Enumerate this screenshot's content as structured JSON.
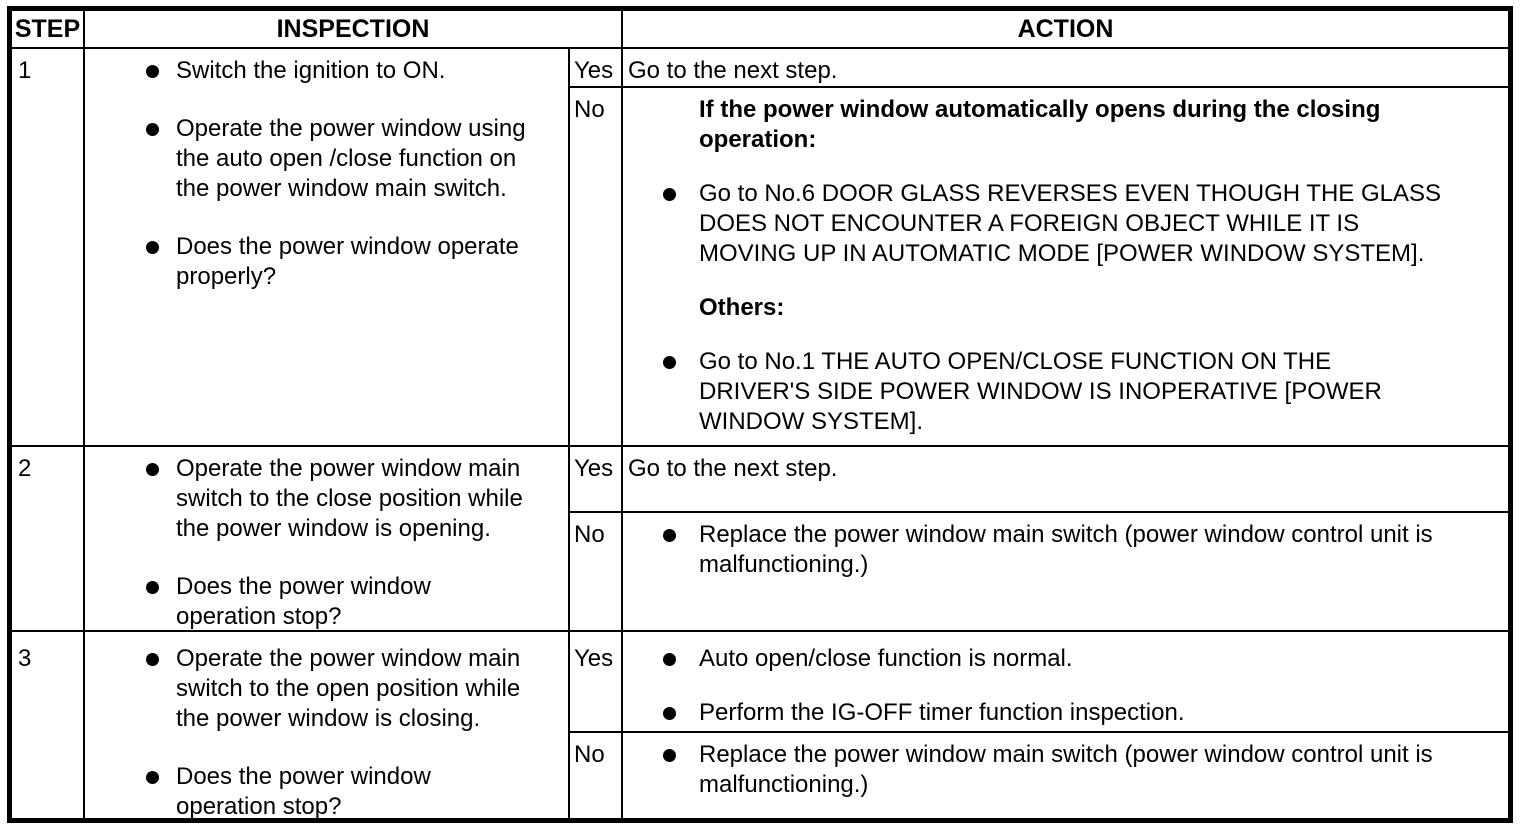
{
  "colors": {
    "background": "#ffffff",
    "text": "#000000",
    "border": "#000000"
  },
  "header": {
    "step": "STEP",
    "inspection": "INSPECTION",
    "action": "ACTION"
  },
  "labels": {
    "yes": "Yes",
    "no": "No"
  },
  "rows": [
    {
      "step": "1",
      "inspection_bullets": [
        "Switch the ignition to ON.",
        "Operate the power window using\nthe auto open /close function on\nthe power window main switch.",
        "Does the power window operate\nproperly?"
      ],
      "yes_text": "Go to the next step.",
      "no_blocks": [
        {
          "kind": "heading",
          "text": "If the power window automatically opens during the closing\noperation:"
        },
        {
          "kind": "bullet",
          "text": "Go to No.6 DOOR GLASS REVERSES EVEN THOUGH THE GLASS\nDOES NOT ENCOUNTER A FOREIGN OBJECT WHILE IT IS\nMOVING UP IN AUTOMATIC MODE [POWER WINDOW SYSTEM]."
        },
        {
          "kind": "heading",
          "text": "Others:"
        },
        {
          "kind": "bullet",
          "text": "Go to No.1 THE AUTO OPEN/CLOSE FUNCTION ON THE\nDRIVER'S SIDE POWER WINDOW IS INOPERATIVE [POWER\nWINDOW SYSTEM]."
        }
      ]
    },
    {
      "step": "2",
      "inspection_bullets": [
        "Operate the power window main\nswitch to the close position while\nthe power window is opening.",
        "Does the power window\noperation stop?"
      ],
      "yes_text": "Go to the next step.",
      "no_bullets": [
        "Replace the power window main switch (power window control unit is\nmalfunctioning.)"
      ]
    },
    {
      "step": "3",
      "inspection_bullets": [
        "Operate the power window main\nswitch to the open position while\nthe power window is closing.",
        "Does the power window\noperation stop?"
      ],
      "yes_bullets": [
        "Auto open/close function is normal.",
        "Perform the IG-OFF timer function inspection."
      ],
      "no_bullets": [
        "Replace the power window main switch (power window control unit is\nmalfunctioning.)"
      ]
    }
  ]
}
